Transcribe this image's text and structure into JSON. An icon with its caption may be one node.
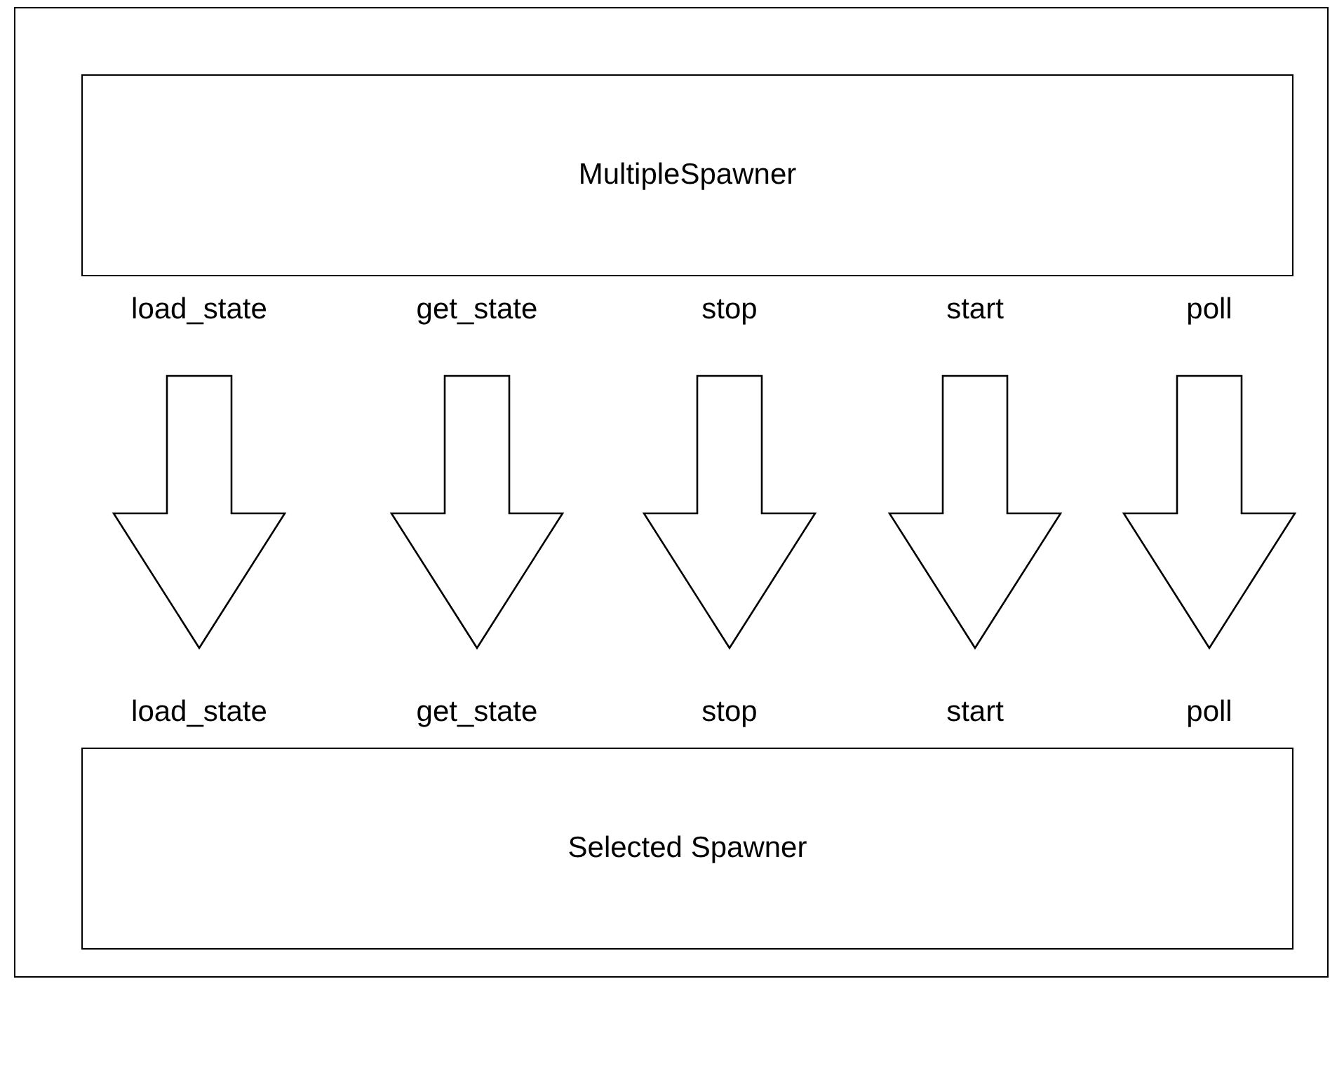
{
  "diagram": {
    "nodes": [
      {
        "text": [],
        "shape": "box"
      },
      {
        "text": [
          "MultipleSpawner"
        ],
        "in": 0
      },
      {
        "text": [
          "Selected Spawner"
        ],
        "in": 0
      }
    ],
    "edges": [
      {
        "from": 1,
        "to": 2,
        "arrow": "to",
        "style": "thick"
      },
      {
        "from": 1,
        "to": 2,
        "arrow": "to",
        "style": "thick"
      },
      {
        "from": 1,
        "to": 2,
        "arrow": "to",
        "style": "thick"
      },
      {
        "from": 1,
        "to": 2,
        "arrow": "to",
        "style": "thick"
      },
      {
        "from": 1,
        "to": 2,
        "arrow": "to",
        "style": "thick"
      }
    ],
    "labels": [
      "load_state",
      "get_state",
      "stop",
      "start",
      "poll",
      "load_state",
      "get_state",
      "stop",
      "start",
      "poll"
    ]
  }
}
